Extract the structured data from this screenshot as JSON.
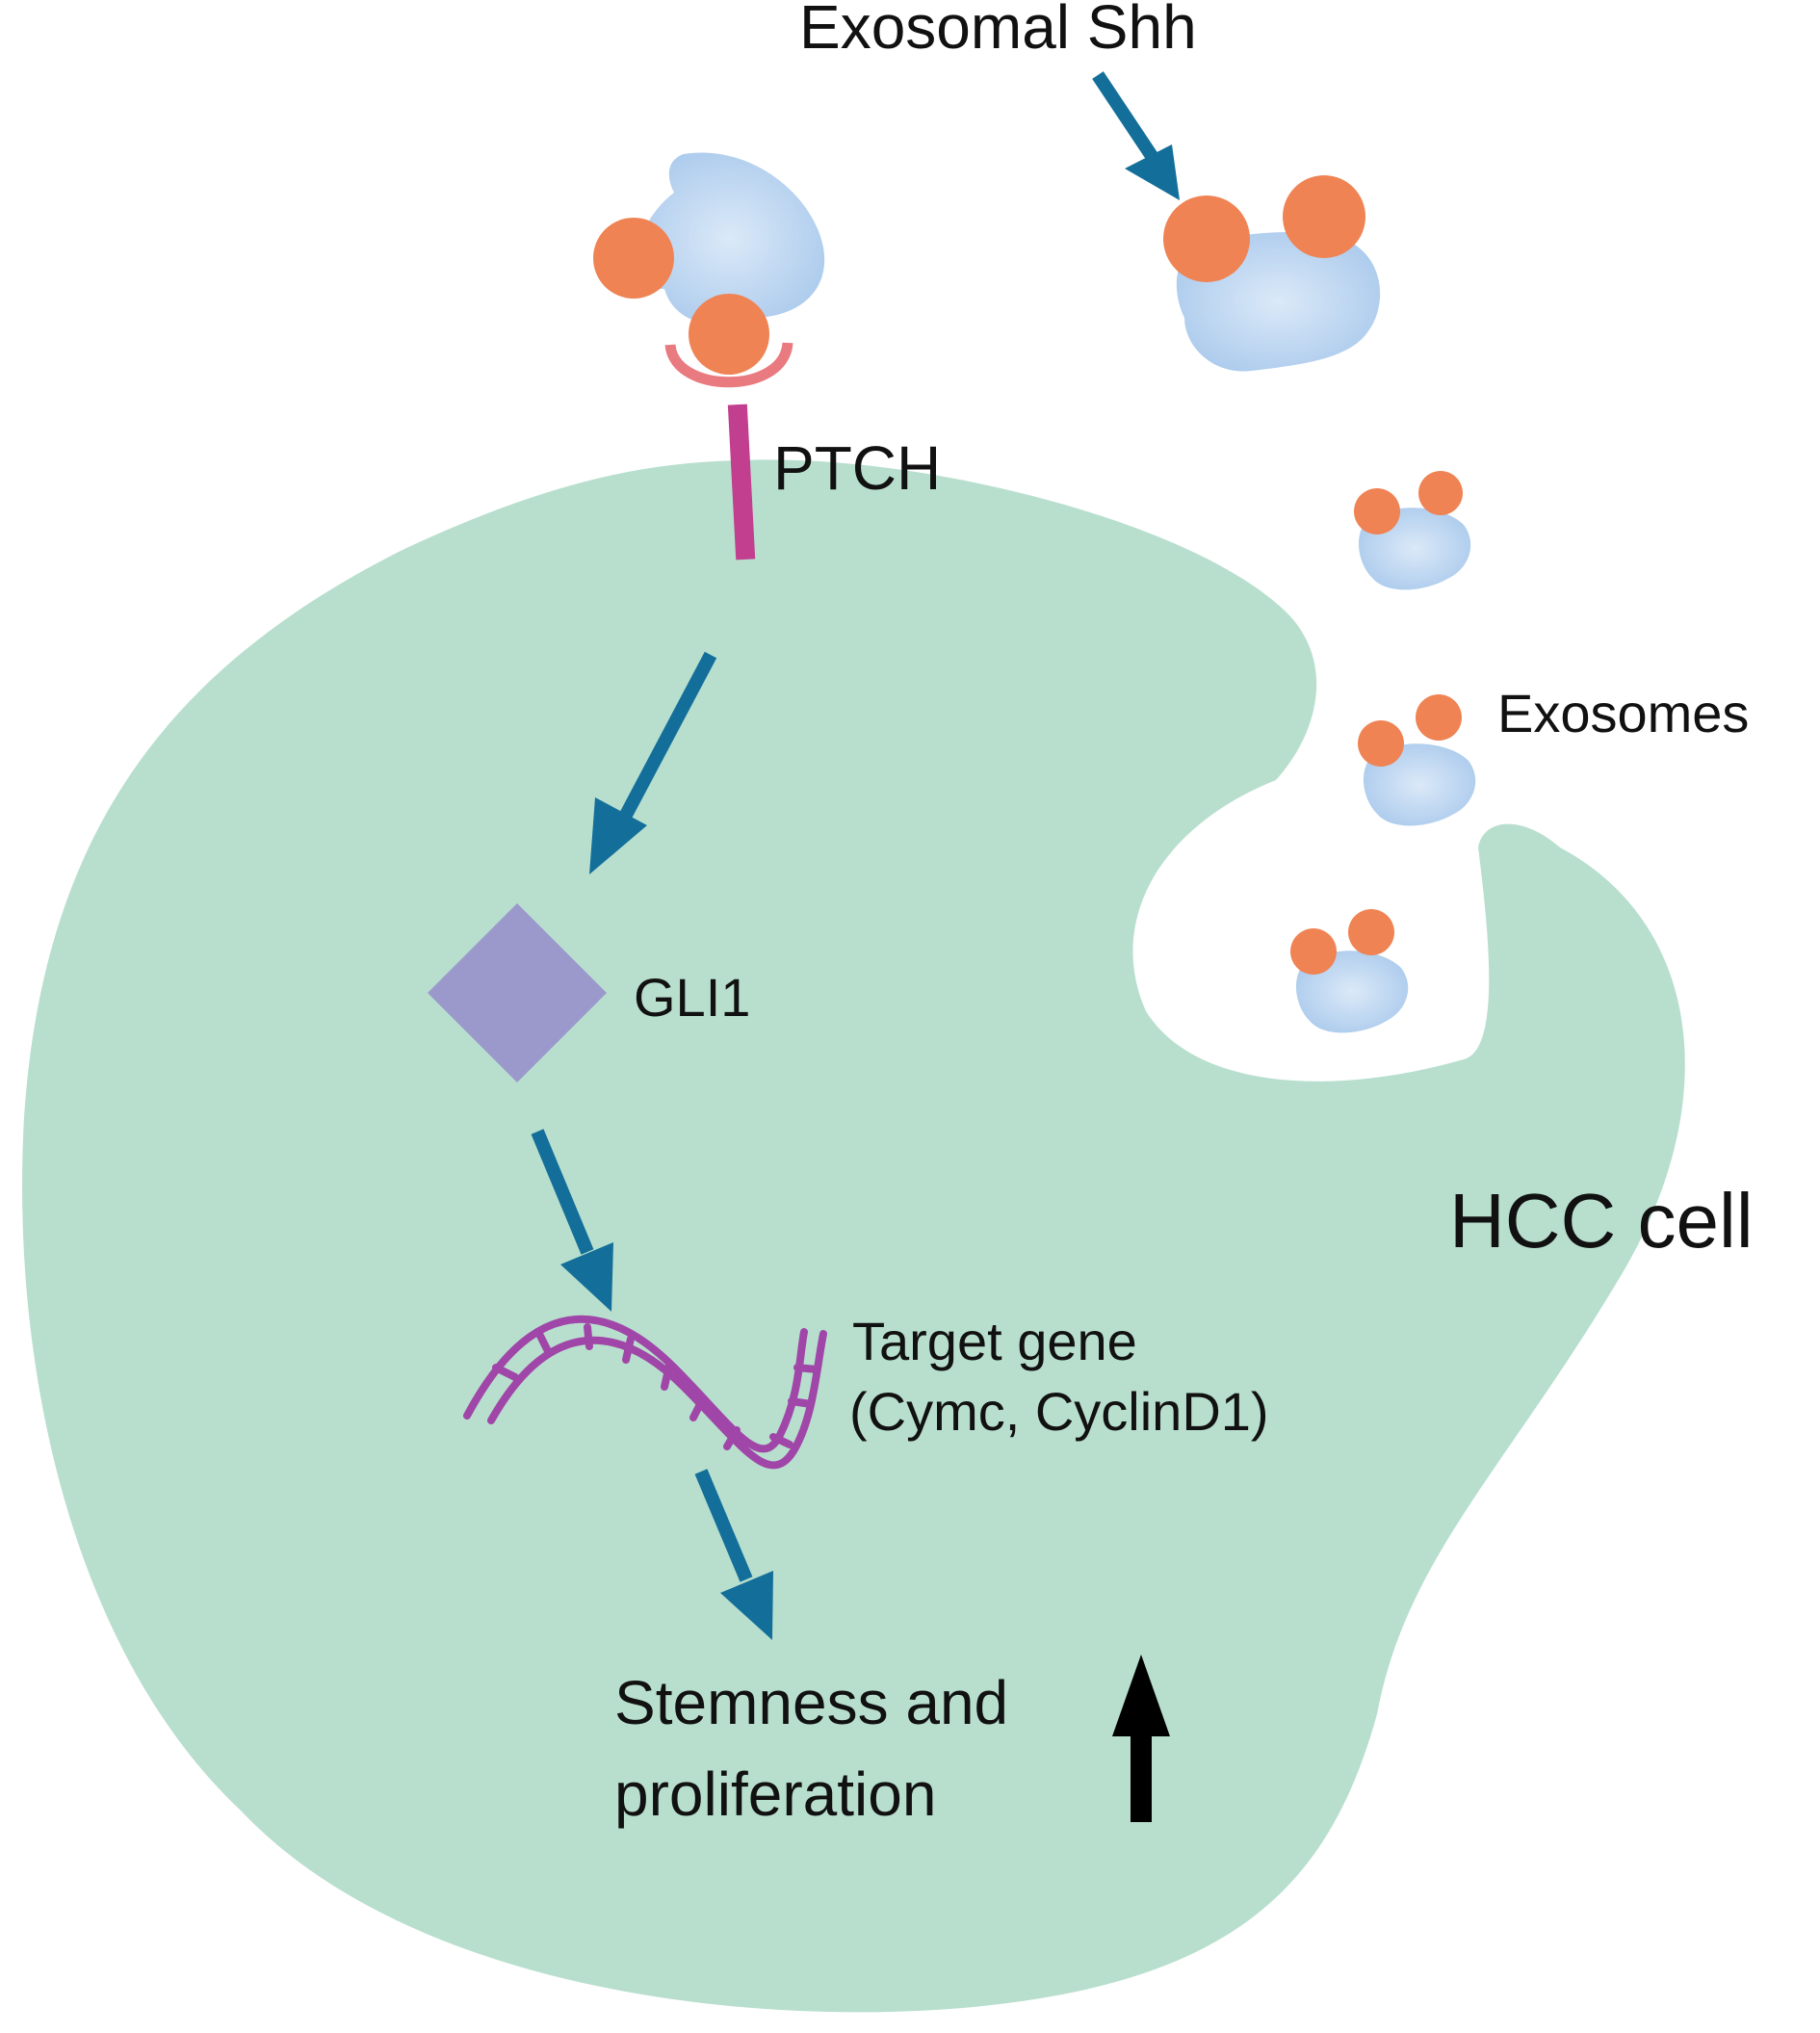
{
  "labels": {
    "exosomal_shh": "Exosomal Shh",
    "ptch": "PTCH",
    "exosomes": "Exosomes",
    "gli1": "GLI1",
    "hcc_cell": "HCC cell",
    "target_gene_line1": "Target gene",
    "target_gene_line2": "(Cymc, CyclinD1)",
    "outcome_line1": "Stemness and",
    "outcome_line2": "proliferation"
  },
  "colors": {
    "cell": "#b8dfce",
    "exosome": "#a9c9ec",
    "exosome_highlight": "#dbe9f8",
    "shh": "#ef8354",
    "receptor_stem": "#c23f8f",
    "receptor_cup": "#e87a80",
    "pathway_arrow": "#136f9a",
    "gli1": "#9b99cc",
    "dna": "#a046a8",
    "increase_arrow": "#000000",
    "text": "#111111"
  },
  "icons": {
    "increase": "arrow-up-icon",
    "pathway": "arrow-icon"
  }
}
